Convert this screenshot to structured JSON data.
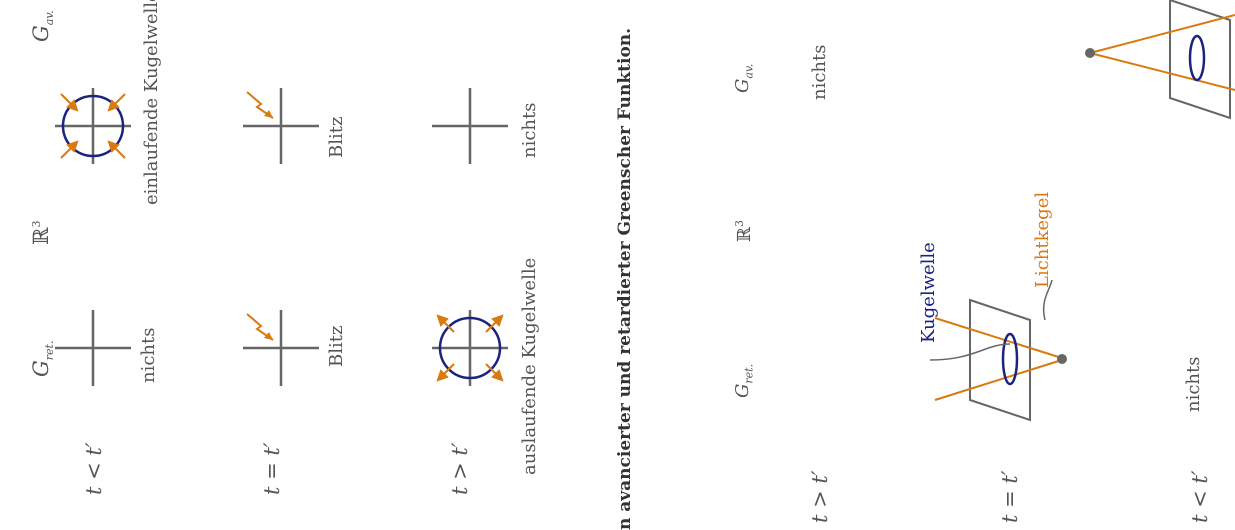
{
  "table_rows": [
    {
      "condition": "t < t′",
      "retarded": "nichts",
      "advanced": "einlaufende Kugelwelle"
    },
    {
      "condition": "t = t′",
      "retarded": "Blitz",
      "advanced": "Blitz"
    },
    {
      "condition": "t > t′",
      "retarded": "auslaufende Kugelwelle",
      "advanced": "nichts"
    }
  ],
  "headers": {
    "g_ret": "G",
    "g_ret_sub": "ret.",
    "space": "ℝ",
    "space_sup": "3",
    "g_av": "G",
    "g_av_sub": "av."
  },
  "caption": "n avancierter und retardierter Greenscher Funktion.",
  "spacetime": {
    "conditions": [
      "t > t′",
      "t = t′",
      "t < t′"
    ],
    "g_ret": "G",
    "g_ret_sub": "ret.",
    "space": "ℝ",
    "space_sup": "3",
    "g_av": "G",
    "g_av_sub": "av.",
    "top_nothing": "nichts",
    "bottom_nothing": "nichts",
    "label_wave": "Kugelwelle",
    "label_cone": "Lichtkegel"
  },
  "colors": {
    "gray": "#666666",
    "navy": "#1a237e",
    "orange": "#d97a10"
  }
}
